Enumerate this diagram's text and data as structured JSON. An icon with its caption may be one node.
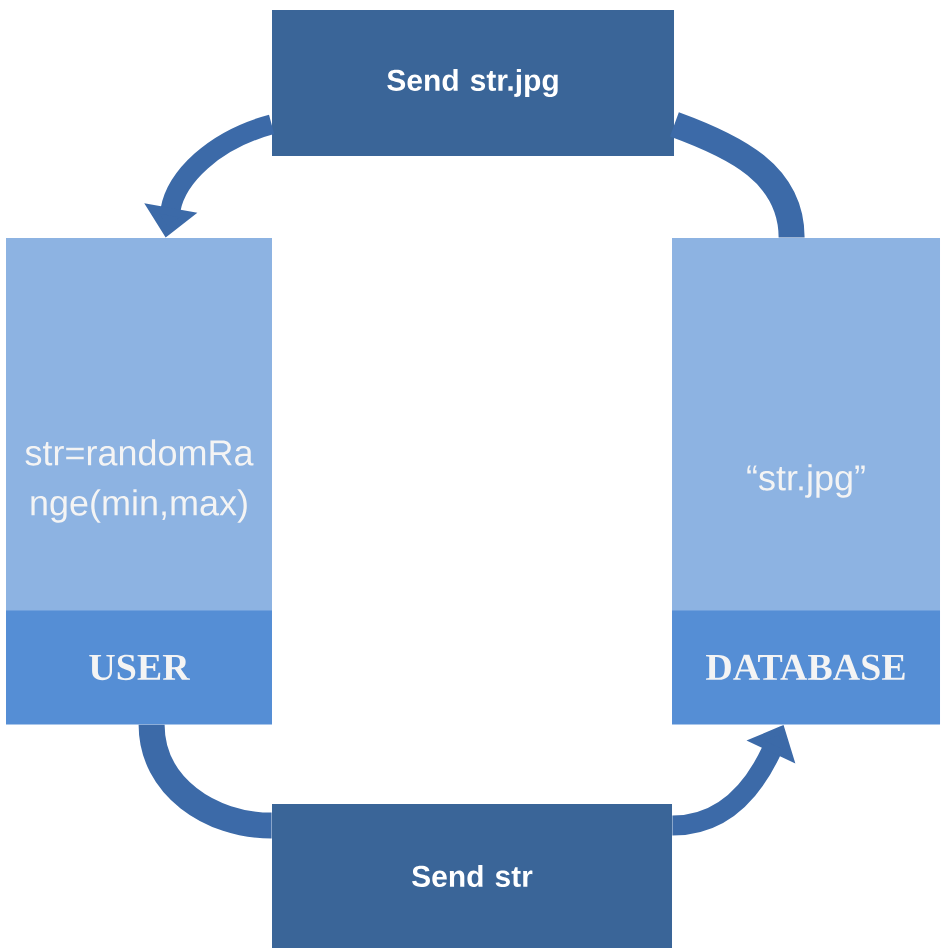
{
  "diagram": {
    "nodes": [
      {
        "text": [
          "Send str.jpg"
        ]
      },
      {
        "text": [
          "str=randomRa nge(min,max)"
        ]
      },
      {
        "text": [
          "USER"
        ],
        "in": 1
      },
      {
        "text": [
          "“str.jpg”"
        ]
      },
      {
        "text": [
          "DATABASE"
        ],
        "in": 3
      },
      {
        "text": [
          "Send str"
        ]
      }
    ],
    "edges": [
      {
        "from": 0,
        "to": 1,
        "arrow": "to"
      },
      {
        "from": 3,
        "to": 0,
        "arrow": "none"
      },
      {
        "from": 2,
        "to": 5,
        "arrow": "none"
      },
      {
        "from": 5,
        "to": 4,
        "arrow": "to"
      }
    ]
  }
}
